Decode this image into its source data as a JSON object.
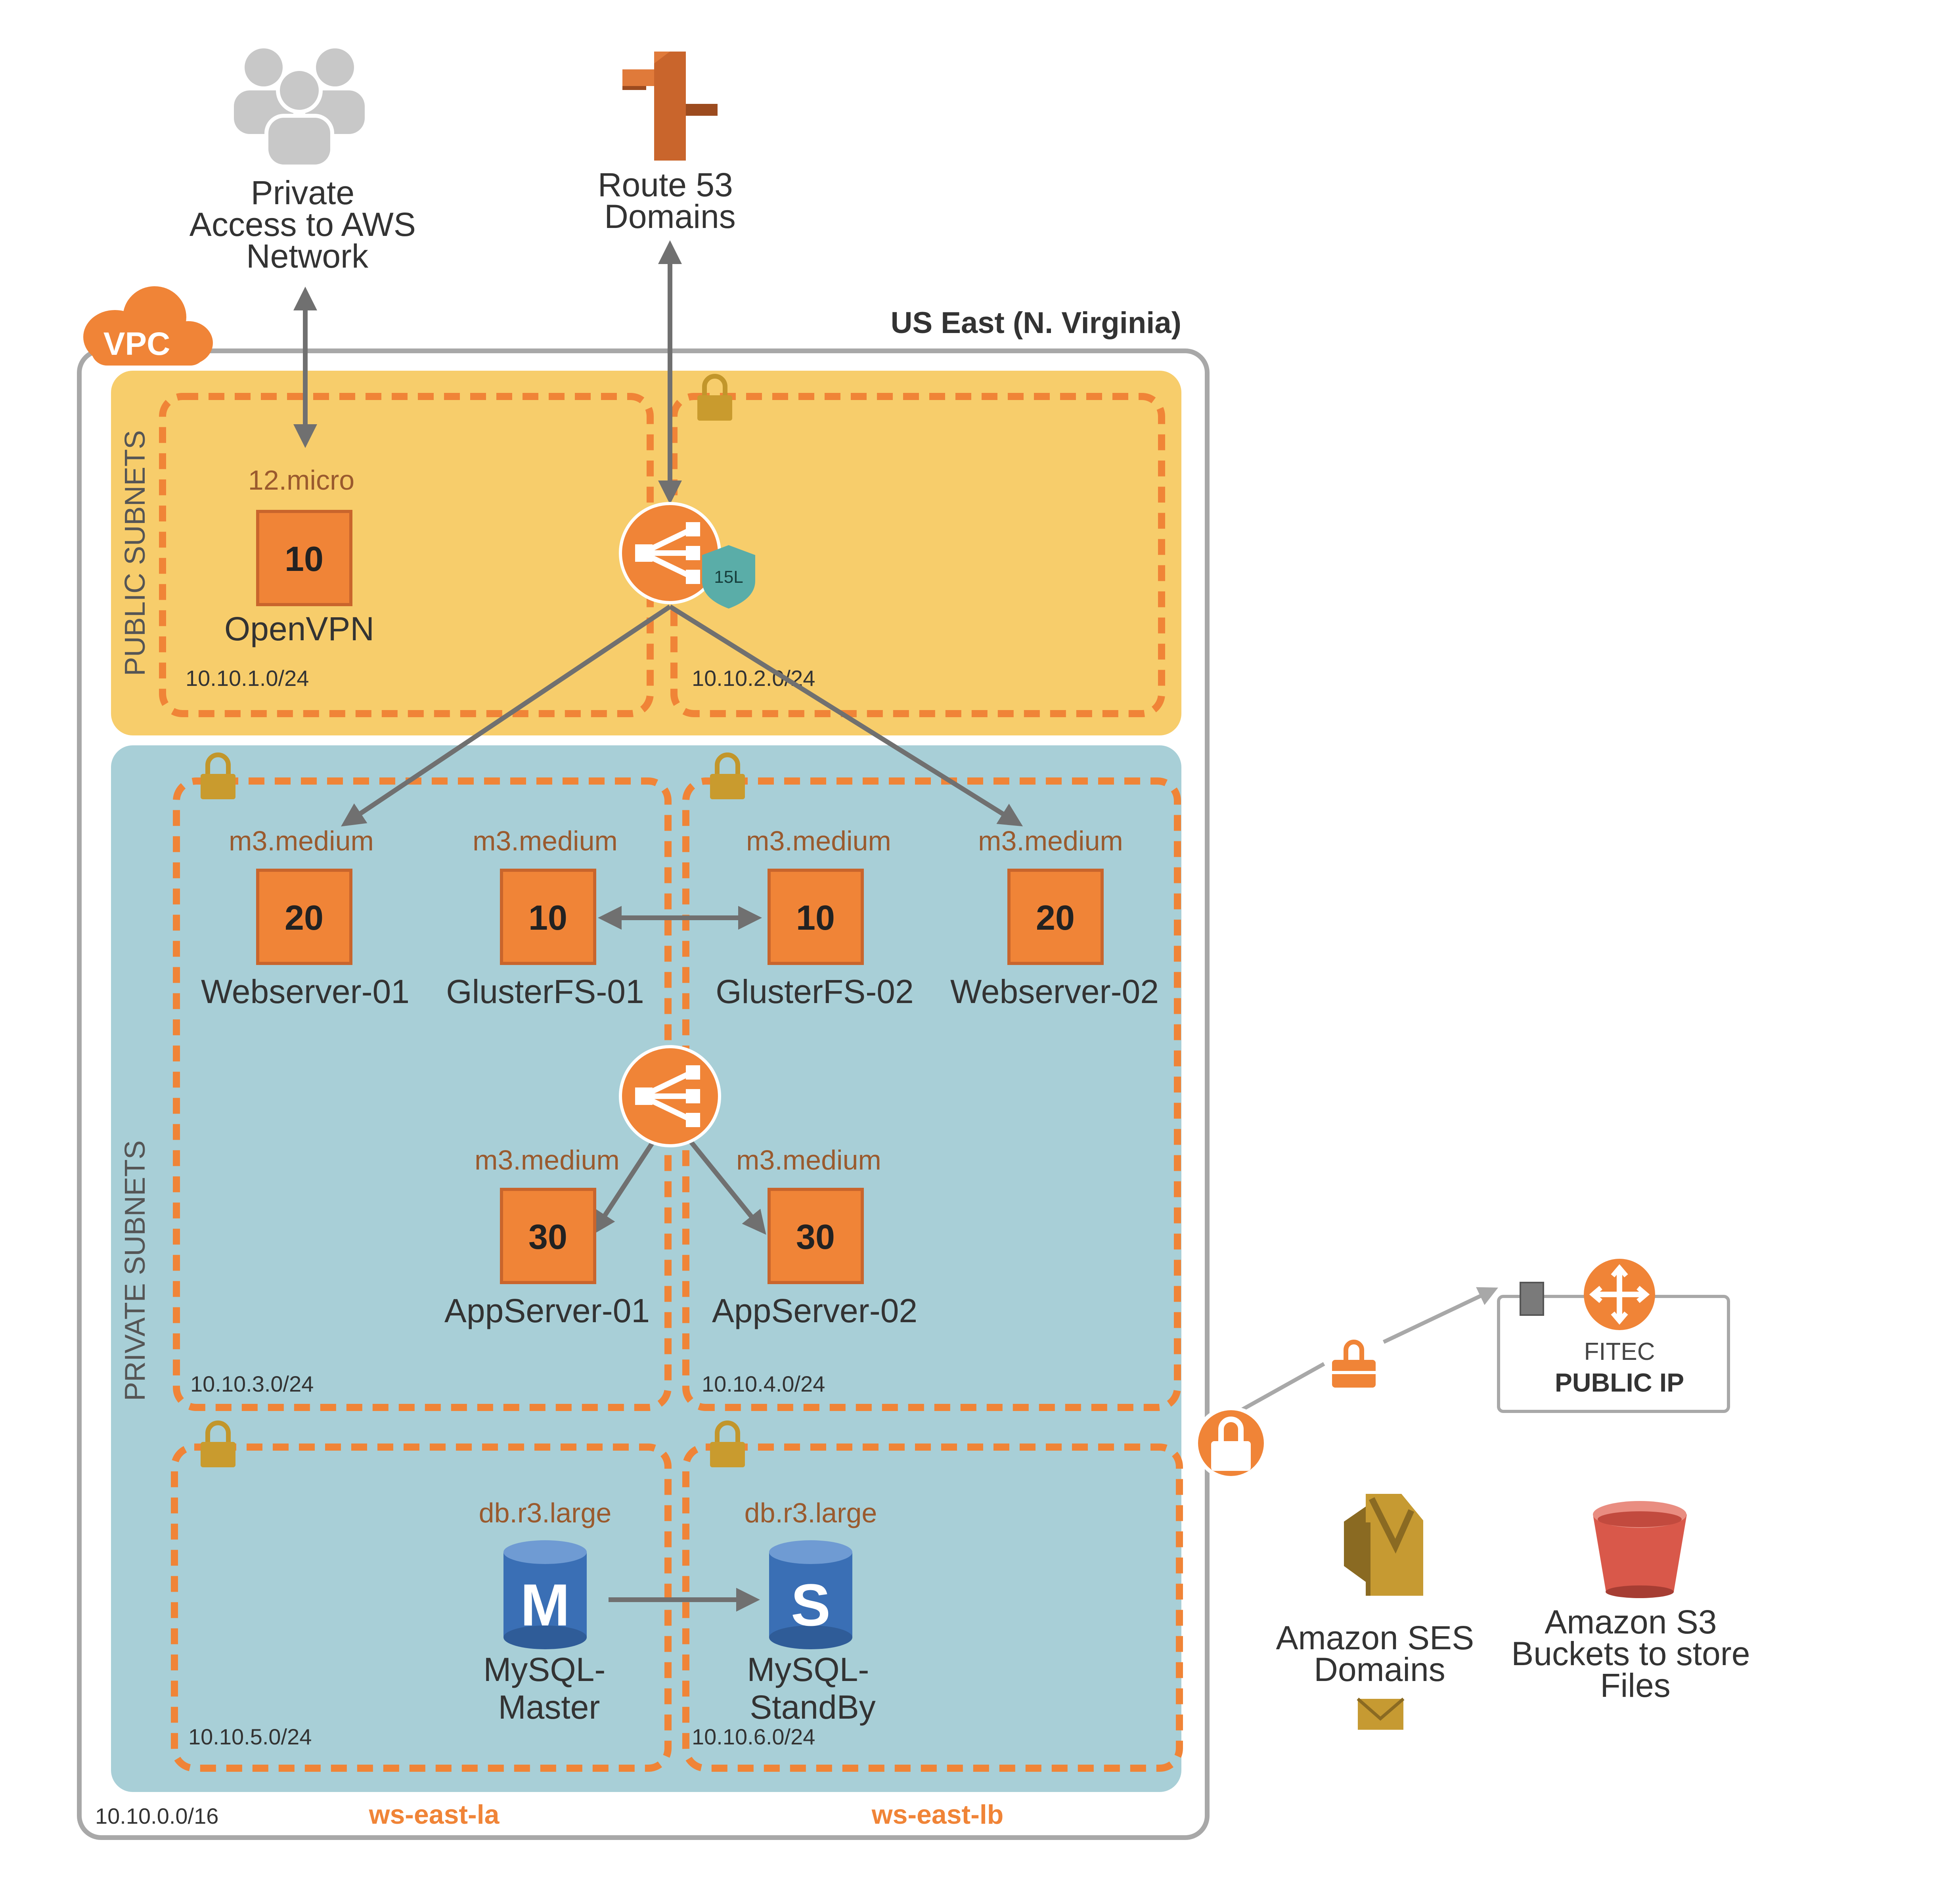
{
  "region": "US East (N. Virginia)",
  "vpc": {
    "badge": "VPC",
    "cidr": "10.10.0.0/16"
  },
  "availability_zones": [
    "ws-east-la",
    "ws-east-lb"
  ],
  "subnet_groups": {
    "public": "PUBLIC SUBNETS",
    "private": "PRIVATE SUBNETS"
  },
  "subnets": {
    "public_a": "10.10.1.0/24",
    "public_b": "10.10.2.0/24",
    "private_a": "10.10.3.0/24",
    "private_b": "10.10.4.0/24",
    "db_a": "10.10.5.0/24",
    "db_b": "10.10.6.0/24"
  },
  "external": {
    "users": [
      "Private",
      "Access to AWS",
      "Network"
    ],
    "route53": [
      "Route 53",
      "Domains"
    ],
    "ses": [
      "Amazon SES",
      "Domains"
    ],
    "s3": [
      "Amazon S3",
      "Buckets to store",
      "Files"
    ],
    "gateway": {
      "title": "FITEC",
      "subtitle": "PUBLIC IP"
    }
  },
  "elb_badge": "15L",
  "instances": {
    "openvpn": {
      "type": "12.micro",
      "count": "10",
      "name": "OpenVPN"
    },
    "web1": {
      "type": "m3.medium",
      "count": "20",
      "name": "Webserver-01"
    },
    "gfs1": {
      "type": "m3.medium",
      "count": "10",
      "name": "GlusterFS-01"
    },
    "gfs2": {
      "type": "m3.medium",
      "count": "10",
      "name": "GlusterFS-02"
    },
    "web2": {
      "type": "m3.medium",
      "count": "20",
      "name": "Webserver-02"
    },
    "app1": {
      "type": "m3.medium",
      "count": "30",
      "name": "AppServer-01"
    },
    "app2": {
      "type": "m3.medium",
      "count": "30",
      "name": "AppServer-02"
    }
  },
  "databases": {
    "master": {
      "type": "db.r3.large",
      "letter": "M",
      "name": [
        "MySQL-",
        "Master"
      ]
    },
    "standby": {
      "type": "db.r3.large",
      "letter": "S",
      "name": [
        "MySQL-",
        "StandBy"
      ]
    }
  },
  "colors": {
    "orange": "#f08437",
    "public_bg": "#f7cd6b",
    "private_bg": "#a8cfd7",
    "db_blue": "#3a6fb5",
    "gray_icon": "#c8c8c8",
    "route53": "#c9652c",
    "ses": "#c69a32",
    "s3": "#d9584a"
  }
}
